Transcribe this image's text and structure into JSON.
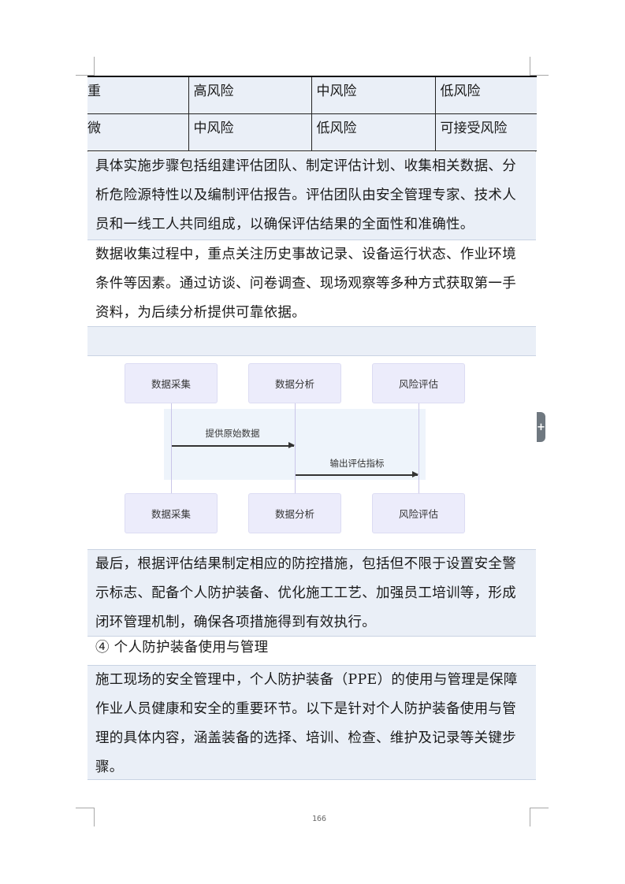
{
  "risk_table": {
    "rows": [
      [
        "重",
        "高风险",
        "中风险",
        "低风险"
      ],
      [
        "微",
        "中风险",
        "低风险",
        "可接受风险"
      ]
    ]
  },
  "paragraphs": {
    "implementation_steps": "具体实施步骤包括组建评估团队、制定评估计划、收集相关数据、分析危险源特性以及编制评估报告。评估团队由安全管理专家、技术人员和一线工人共同组成，以确保评估结果的全面性和准确性。",
    "data_collection": "数据收集过程中，重点关注历史事故记录、设备运行状态、作业环境条件等因素。通过访谈、问卷调查、现场观察等多种方式获取第一手资料，为后续分析提供可靠依据。",
    "control_measures": "最后，根据评估结果制定相应的防控措施，包括但不限于设置安全警示标志、配备个人防护装备、优化施工工艺、加强员工培训等，形成闭环管理机制，确保各项措施得到有效执行。",
    "section_heading": "④ 个人防护装备使用与管理",
    "ppe_intro": "施工现场的安全管理中，个人防护装备（PPE）的使用与管理是保障作业人员健康和安全的重要环节。以下是针对个人防护装备使用与管理的具体内容，涵盖装备的选择、培训、检查、维护及记录等关键步骤。"
  },
  "sequence_diagram": {
    "actors": [
      "数据采集",
      "数据分析",
      "风险评估"
    ],
    "messages": [
      {
        "from": "数据采集",
        "to": "数据分析",
        "label": "提供原始数据"
      },
      {
        "from": "数据分析",
        "to": "风险评估",
        "label": "输出评估指标"
      }
    ]
  },
  "colors": {
    "shaded_block": "#eaeff7",
    "actor_fill": "#ececfb",
    "activation_fill": "#eef4fb"
  },
  "add_handle": {
    "icon": "plus-icon",
    "glyph": "+"
  },
  "footer": {
    "page_number": "166"
  }
}
